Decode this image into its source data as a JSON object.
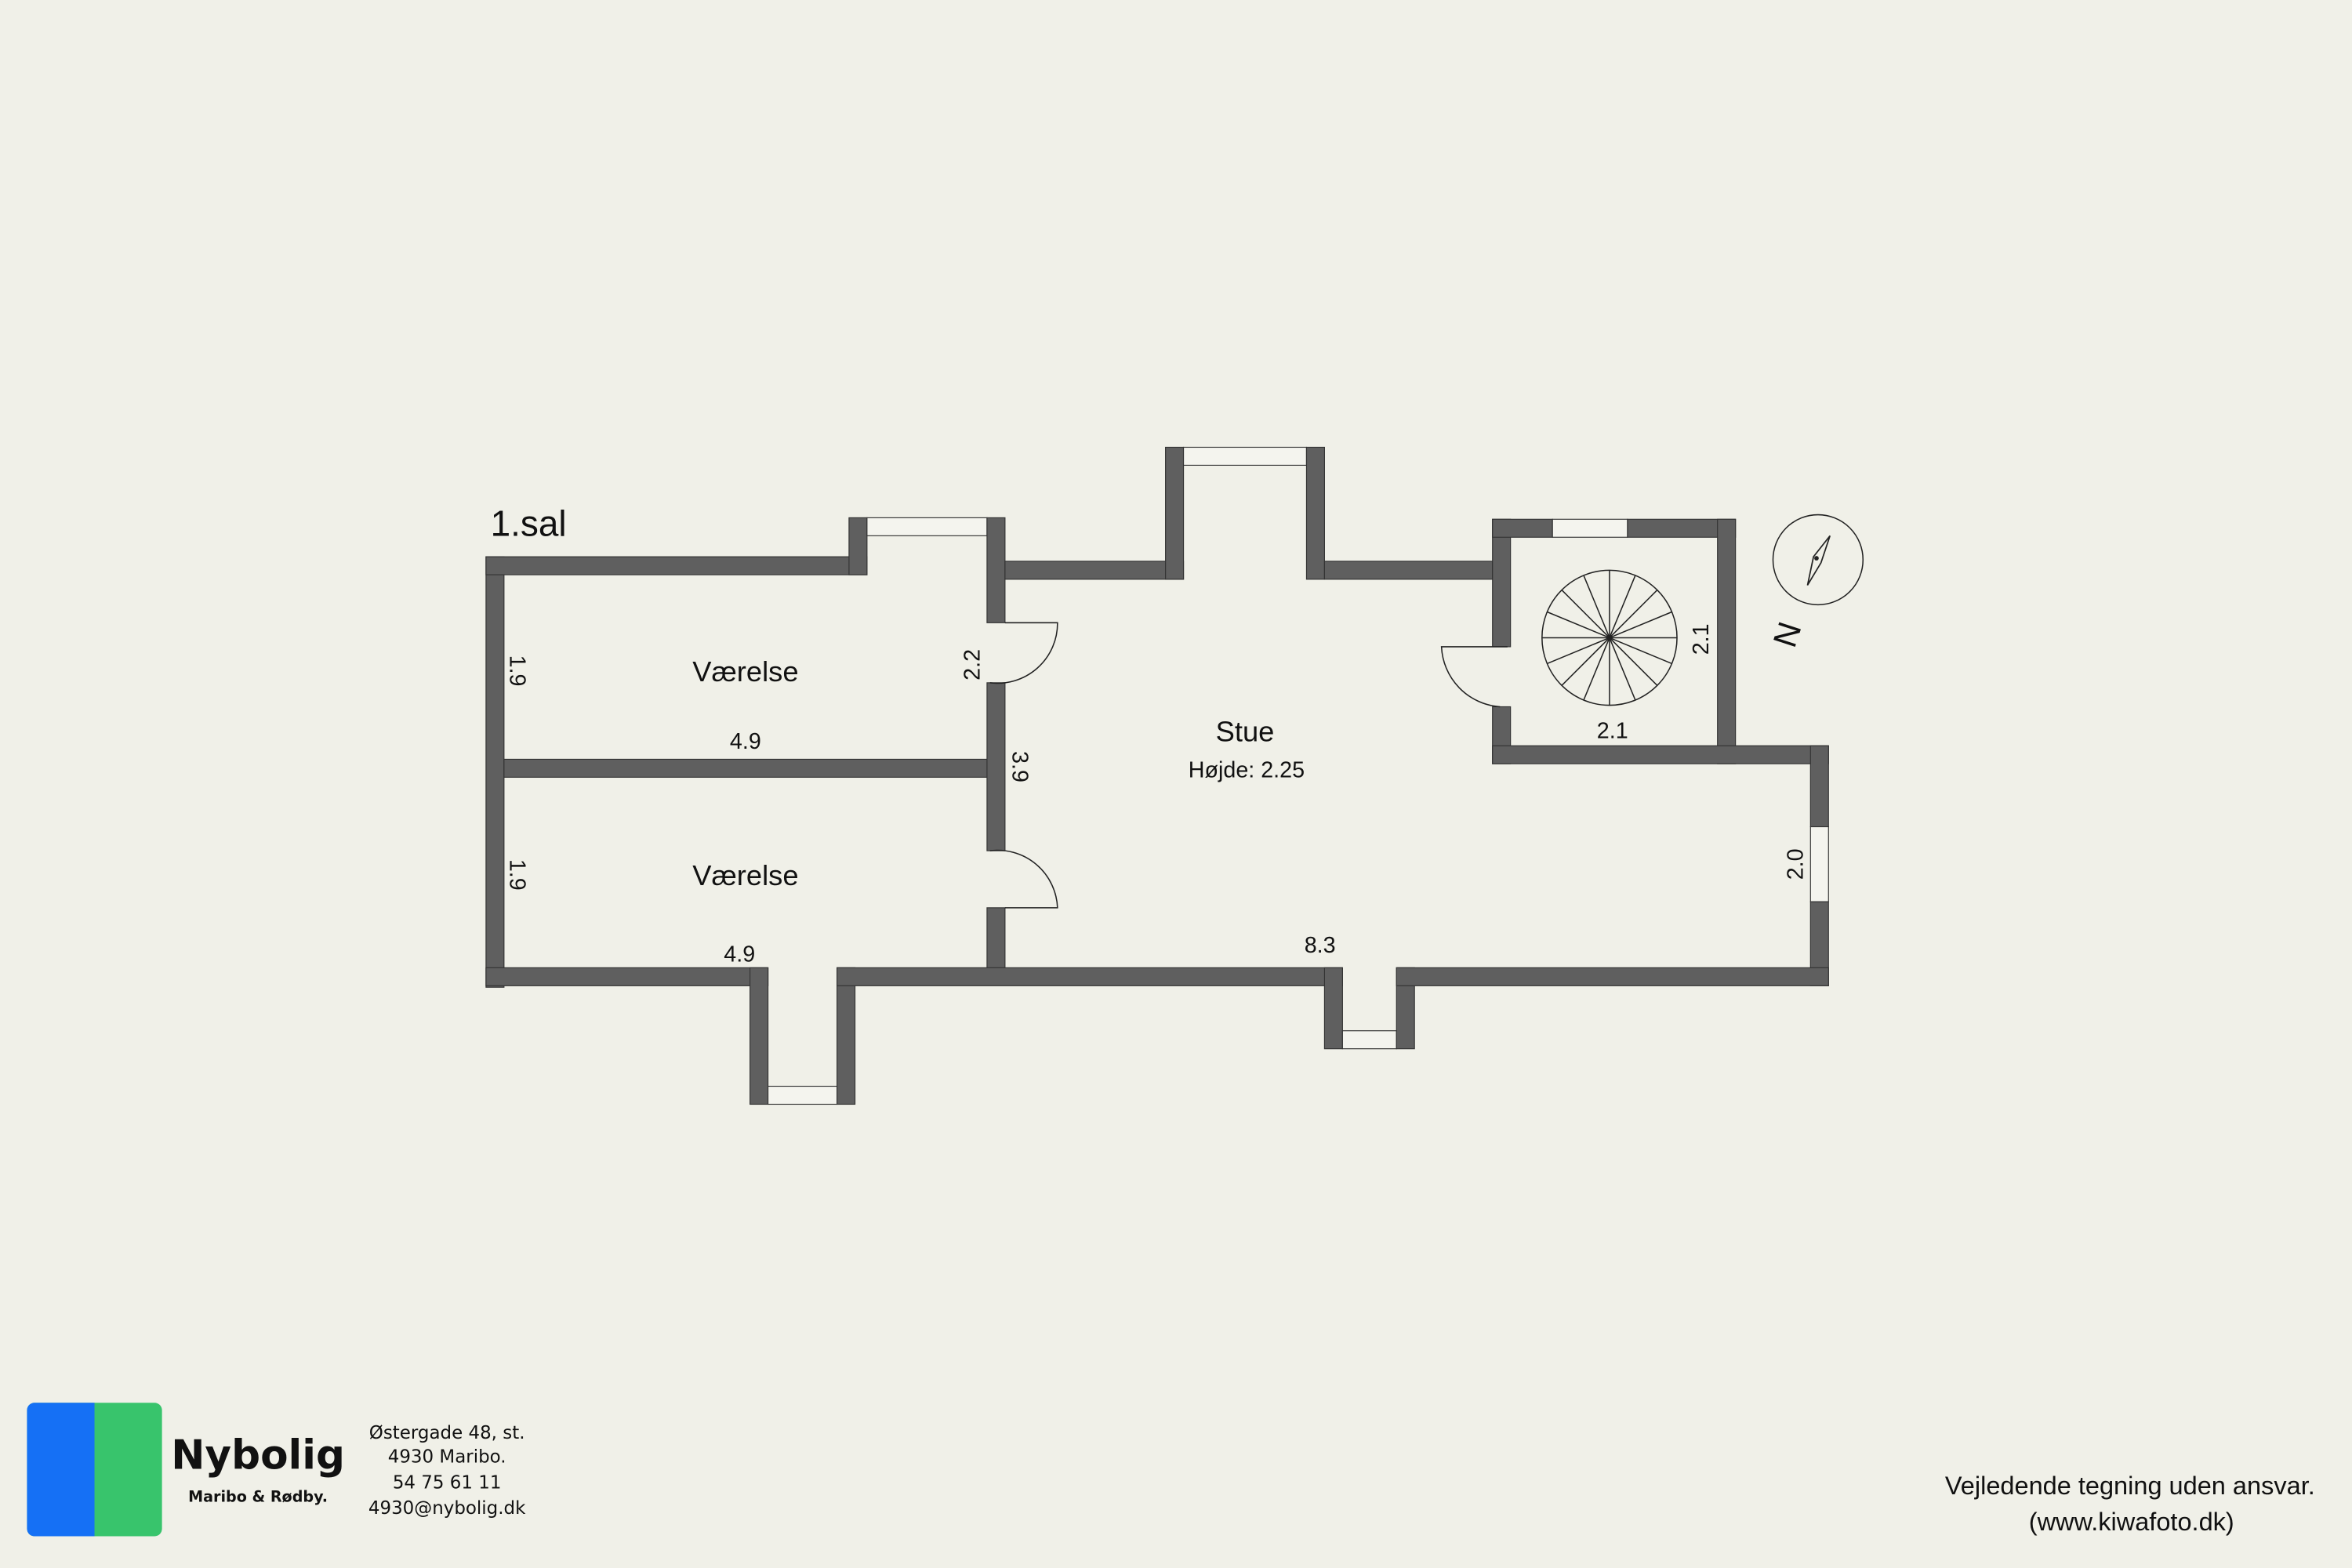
{
  "floor_label": "1.sal",
  "rooms": [
    {
      "name": "Værelse",
      "dims": [
        "1.9",
        "4.9"
      ]
    },
    {
      "name": "Værelse",
      "dims": [
        "1.9",
        "4.9"
      ]
    },
    {
      "name": "Stue",
      "height_label": "Højde: 2.25",
      "dims": [
        "8.3",
        "3.9",
        "2.2",
        "2.0"
      ]
    },
    {
      "name": "",
      "dims": [
        "2.1",
        "2.1"
      ]
    }
  ],
  "compass": {
    "icon": "compass-icon",
    "north_label": "N"
  },
  "footer": {
    "brand": "Nybolig",
    "brand_sub": "Maribo & Rødby.",
    "brand_colors": [
      "#1570f5",
      "#38c46c"
    ],
    "address": [
      "Østergade 48, st.",
      "4930 Maribo.",
      "54 75 61 11",
      "4930@nybolig.dk"
    ],
    "disclaimer": [
      "Vejledende tegning uden ansvar.",
      "(www.kiwafoto.dk)"
    ]
  }
}
